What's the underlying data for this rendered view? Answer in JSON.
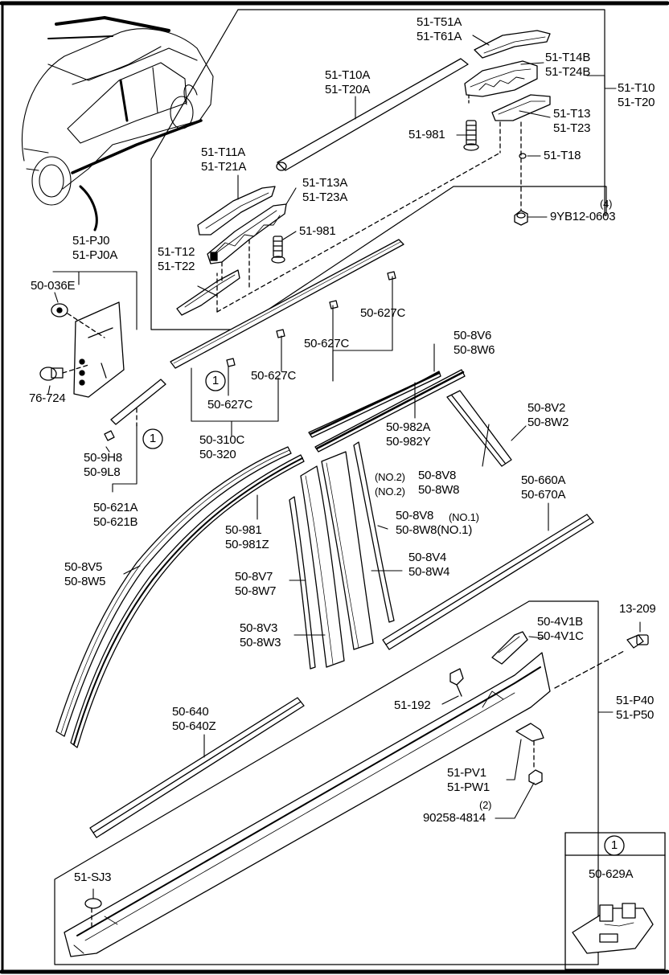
{
  "callout_symbol": "1",
  "labels": {
    "t51a": "51-T51A",
    "t61a": "51-T61A",
    "t14b": "51-T14B",
    "t24b": "51-T24B",
    "t10": "51-T10",
    "t20": "51-T20",
    "t10a": "51-T10A",
    "t20a": "51-T20A",
    "t13": "51-T13",
    "t23": "51-T23",
    "p981_a": "51-981",
    "t18": "51-T18",
    "qty4": "(4)",
    "yb12": "9YB12-0603",
    "t11a": "51-T11A",
    "t21a": "51-T21A",
    "t13a": "51-T13A",
    "t23a": "51-T23A",
    "p981_b": "51-981",
    "pj0": "51-PJ0",
    "pj0a": "51-PJ0A",
    "t12": "51-T12",
    "t22": "51-T22",
    "p036e": "50-036E",
    "c627_a": "50-627C",
    "c627_b": "50-627C",
    "c627_c": "50-627C",
    "c627_d": "50-627C",
    "v6": "50-8V6",
    "w6": "50-8W6",
    "p724": "76-724",
    "v2": "50-8V2",
    "w2": "50-8W2",
    "p982a": "50-982A",
    "p982y": "50-982Y",
    "p310c": "50-310C",
    "p320": "50-320",
    "h8": "50-9H8",
    "l8": "50-9L8",
    "no2": "(NO.2)",
    "v8": "50-8V8",
    "no2b": "(NO.2)",
    "w8": "50-8W8",
    "p660a": "50-660A",
    "p670a": "50-670A",
    "p621a": "50-621A",
    "p621b": "50-621B",
    "v8n1": "50-8V8",
    "no1": "(NO.1)",
    "w8n1": "50-8W8(NO.1)",
    "p981c": "50-981",
    "p981z": "50-981Z",
    "v5": "50-8V5",
    "w5": "50-8W5",
    "v4": "50-8V4",
    "w4": "50-8W4",
    "v7": "50-8V7",
    "w7": "50-8W7",
    "p209": "13-209",
    "v1b": "50-4V1B",
    "v1c": "50-4V1C",
    "v3": "50-8V3",
    "w3": "50-8W3",
    "p192": "51-192",
    "p40": "51-P40",
    "p50": "51-P50",
    "p640": "50-640",
    "p640z": "50-640Z",
    "pv1": "51-PV1",
    "pw1": "51-PW1",
    "qty2": "(2)",
    "p90258": "90258-4814",
    "sj3": "51-SJ3",
    "p629a": "50-629A"
  }
}
